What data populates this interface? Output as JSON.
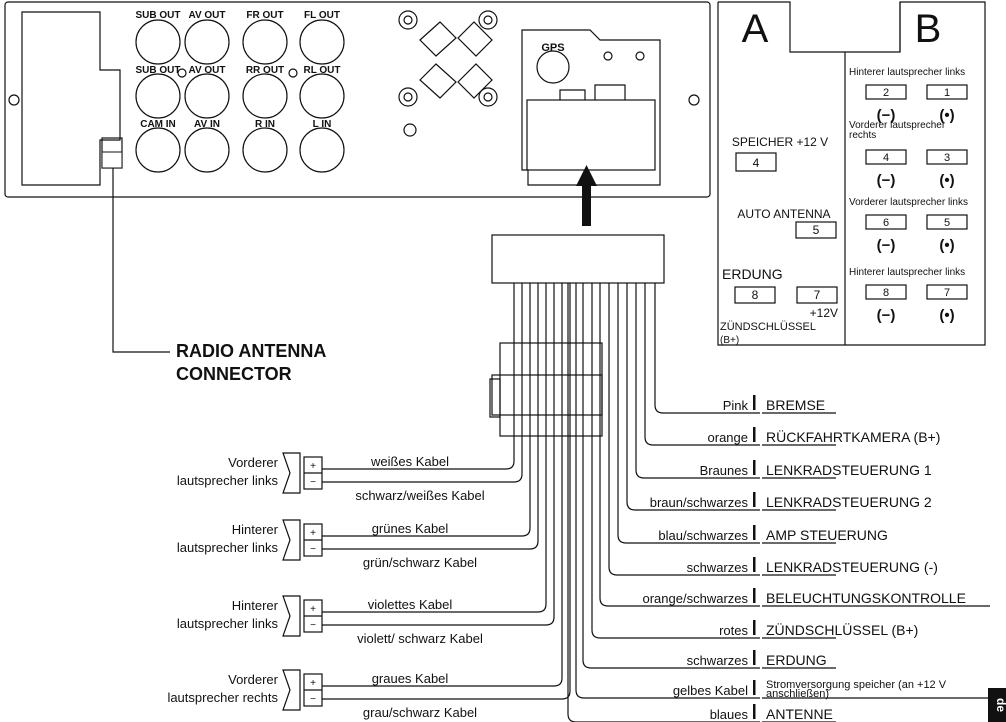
{
  "unit": {
    "connectors": [
      {
        "label": "SUB OUT"
      },
      {
        "label": "AV OUT"
      },
      {
        "label": "FR OUT"
      },
      {
        "label": "FL OUT"
      },
      {
        "label": "SUB OUT"
      },
      {
        "label": "AV OUT"
      },
      {
        "label": "RR OUT"
      },
      {
        "label": "RL OUT"
      },
      {
        "label": "CAM IN"
      },
      {
        "label": "AV IN"
      },
      {
        "label": "R IN"
      },
      {
        "label": "L IN"
      }
    ],
    "gps_label": "GPS"
  },
  "antenna_label": [
    "RADIO ANTENNA",
    "CONNECTOR"
  ],
  "speakers": [
    {
      "name": [
        "Vorderer",
        "lautsprecher links"
      ],
      "wire_plus": "weißes Kabel",
      "wire_minus": "schwarz/weißes Kabel"
    },
    {
      "name": [
        "Hinterer",
        "lautsprecher links"
      ],
      "wire_plus": "grünes Kabel",
      "wire_minus": "grün/schwarz Kabel"
    },
    {
      "name": [
        "Hinterer",
        "lautsprecher links"
      ],
      "wire_plus": "violettes Kabel",
      "wire_minus": "violett/ schwarz Kabel"
    },
    {
      "name": [
        "Vorderer",
        "lautsprecher rechts"
      ],
      "wire_plus": "graues Kabel",
      "wire_minus": "grau/schwarz Kabel"
    }
  ],
  "terminal_signs": {
    "plus": "+",
    "minus": "−"
  },
  "wires": [
    {
      "color": "Pink",
      "function": "BREMSE"
    },
    {
      "color": "orange",
      "function": "RÜCKFAHRTKAMERA (B+)"
    },
    {
      "color": "Braunes",
      "function": "LENKRADSTEUERUNG 1"
    },
    {
      "color": "braun/schwarzes",
      "function": "LENKRADSTEUERUNG 2"
    },
    {
      "color": "blau/schwarzes",
      "function": "AMP STEUERUNG"
    },
    {
      "color": "schwarzes",
      "function": "LENKRADSTEUERUNG (-)"
    },
    {
      "color": "orange/schwarzes",
      "function": "BELEUCHTUNGSKONTROLLE"
    },
    {
      "color": "rotes",
      "function": "ZÜNDSCHLÜSSEL (B+)"
    },
    {
      "color": "schwarzes",
      "function": "ERDUNG"
    },
    {
      "color": "gelbes Kabel",
      "function": [
        "Stromversorgung speicher (an +12 V",
        "anschließen)"
      ]
    },
    {
      "color": "blaues",
      "function": "ANTENNE"
    }
  ],
  "iso": {
    "a_title": "A",
    "b_title": "B",
    "a_pins": [
      {
        "label": "SPEICHER +12 V",
        "pin": "4"
      },
      {
        "label": "AUTO ANTENNA",
        "pin": "5"
      },
      {
        "label": "ERDUNG",
        "pin": "8"
      },
      {
        "label": "",
        "pin": "7"
      }
    ],
    "a_12v_label": [
      "+12V",
      "ZÜNDSCHLÜSSEL",
      "(B+)"
    ],
    "b_groups": [
      {
        "label": [
          "Hinterer lautsprecher links"
        ],
        "pins": [
          "2",
          "1"
        ]
      },
      {
        "label": [
          "Vorderer lautsprecher",
          "rechts"
        ],
        "pins": [
          "4",
          "3"
        ]
      },
      {
        "label": [
          "Vorderer lautsprecher links"
        ],
        "pins": [
          "6",
          "5"
        ]
      },
      {
        "label": [
          "Hinterer lautsprecher links"
        ],
        "pins": [
          "8",
          "7"
        ]
      }
    ],
    "polarity": [
      "(−)",
      "(•)"
    ]
  },
  "page_tab": "de"
}
